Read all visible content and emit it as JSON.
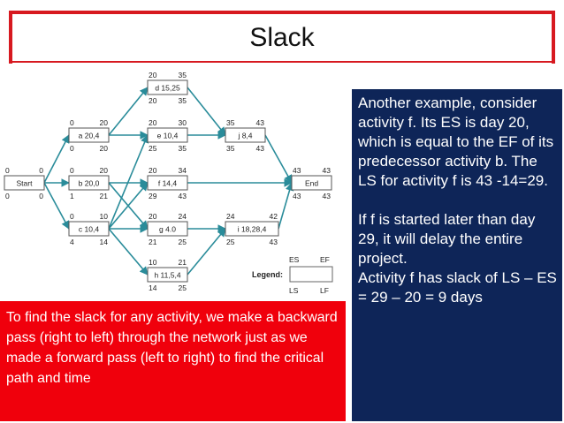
{
  "slide": {
    "title": "Slack",
    "accent_color": "#d71920",
    "blue_box_color": "#0e2558",
    "red_box_color": "#f0000c"
  },
  "network": {
    "nodes": [
      {
        "id": "start",
        "label": "Start",
        "es": "0",
        "ef": "0",
        "ls": "0",
        "lf": "0"
      },
      {
        "id": "a",
        "label": "a 20,4",
        "es": "0",
        "ef": "20",
        "ls": "0",
        "lf": "20"
      },
      {
        "id": "b",
        "label": "b 20,0",
        "es": "0",
        "ef": "20",
        "ls": "1",
        "lf": "21"
      },
      {
        "id": "c",
        "label": "c 10,4",
        "es": "0",
        "ef": "10",
        "ls": "4",
        "lf": "14"
      },
      {
        "id": "d",
        "label": "d 15,25",
        "es": "20",
        "ef": "35",
        "ls": "20",
        "lf": "35"
      },
      {
        "id": "e",
        "label": "e 10,4",
        "es": "20",
        "ef": "30",
        "ls": "25",
        "lf": "35"
      },
      {
        "id": "f",
        "label": "f 14,4",
        "es": "20",
        "ef": "34",
        "ls": "29",
        "lf": "43"
      },
      {
        "id": "g",
        "label": "g 4.0",
        "es": "20",
        "ef": "24",
        "ls": "21",
        "lf": "25"
      },
      {
        "id": "h",
        "label": "h 11,5,4",
        "es": "10",
        "ef": "21",
        "ls": "14",
        "lf": "25"
      },
      {
        "id": "j",
        "label": "j 8,4",
        "es": "35",
        "ef": "43",
        "ls": "35",
        "lf": "43"
      },
      {
        "id": "i",
        "label": "i 18,28,4",
        "es": "24",
        "ef": "42",
        "ls": "25",
        "lf": "43"
      },
      {
        "id": "end",
        "label": "End",
        "es": "43",
        "ef": "43",
        "ls": "43",
        "lf": "43"
      }
    ],
    "legend": {
      "title": "Legend:",
      "es": "ES",
      "ef": "EF",
      "ls": "LS",
      "lf": "LF"
    }
  },
  "blue_box": {
    "paragraph1": "Another example, consider activity f. Its ES is day 20, which is equal to the EF of its predecessor activity b. The LS for activity f is 43 -14=29.",
    "paragraph2": "If f is started later than day 29, it will delay the entire project.",
    "paragraph3": "Activity f has slack of LS – ES = 29 – 20 = 9 days"
  },
  "red_box": {
    "text": "To find the slack for any activity, we make a backward pass (right to left) through the network just as we made a forward pass (left to right) to find the critical path and time"
  }
}
